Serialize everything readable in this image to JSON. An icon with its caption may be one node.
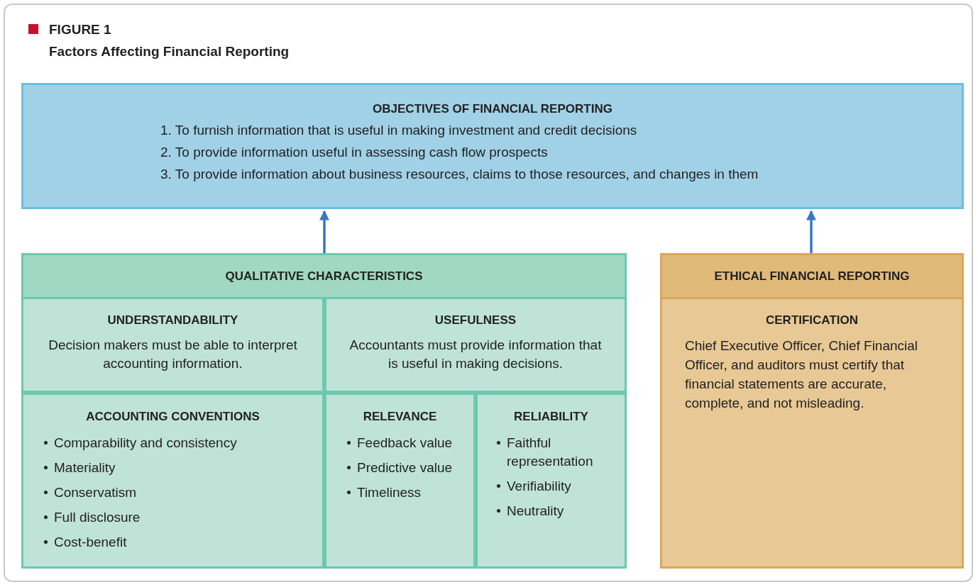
{
  "diagram": {
    "title": "Factors Affecting Financial Reporting",
    "nodes": [
      {
        "text": [
          "OBJECTIVES OF FINANCIAL REPORTING",
          "1. To furnish information that is useful in making investment and credit decisions",
          "2. To provide information useful in assessing cash flow prospects",
          "3. To provide information about business resources, claims to those resources, and changes in them"
        ]
      },
      {
        "text": [
          "QUALITATIVE CHARACTERISTICS"
        ]
      },
      {
        "text": [
          "UNDERSTANDABILITY",
          "Decision makers must be able to interpret accounting information."
        ],
        "in": 1
      },
      {
        "text": [
          "USEFULNESS",
          "Accountants must provide information that is useful in making decisions."
        ],
        "in": 1
      },
      {
        "text": [
          "ACCOUNTING CONVENTIONS",
          "Comparability and consistency",
          "Materiality",
          "Conservatism",
          "Full disclosure",
          "Cost-benefit"
        ],
        "in": 1
      },
      {
        "text": [
          "RELEVANCE",
          "Feedback value",
          "Predictive value",
          "Timeliness"
        ],
        "in": 1
      },
      {
        "text": [
          "RELIABILITY",
          "Faithful representation",
          "Verifiability",
          "Neutrality"
        ],
        "in": 1
      },
      {
        "text": [
          "ETHICAL FINANCIAL REPORTING"
        ]
      },
      {
        "text": [
          "CERTIFICATION",
          "Chief Executive Officer, Chief Financial Officer, and auditors must certify that financial statements are accurate, complete, and not misleading."
        ],
        "in": 7
      }
    ],
    "edges": [
      {
        "from": 1,
        "to": 0,
        "arrow": "to"
      },
      {
        "from": 7,
        "to": 0,
        "arrow": "to"
      }
    ],
    "labels": [
      "FIGURE 1"
    ]
  }
}
